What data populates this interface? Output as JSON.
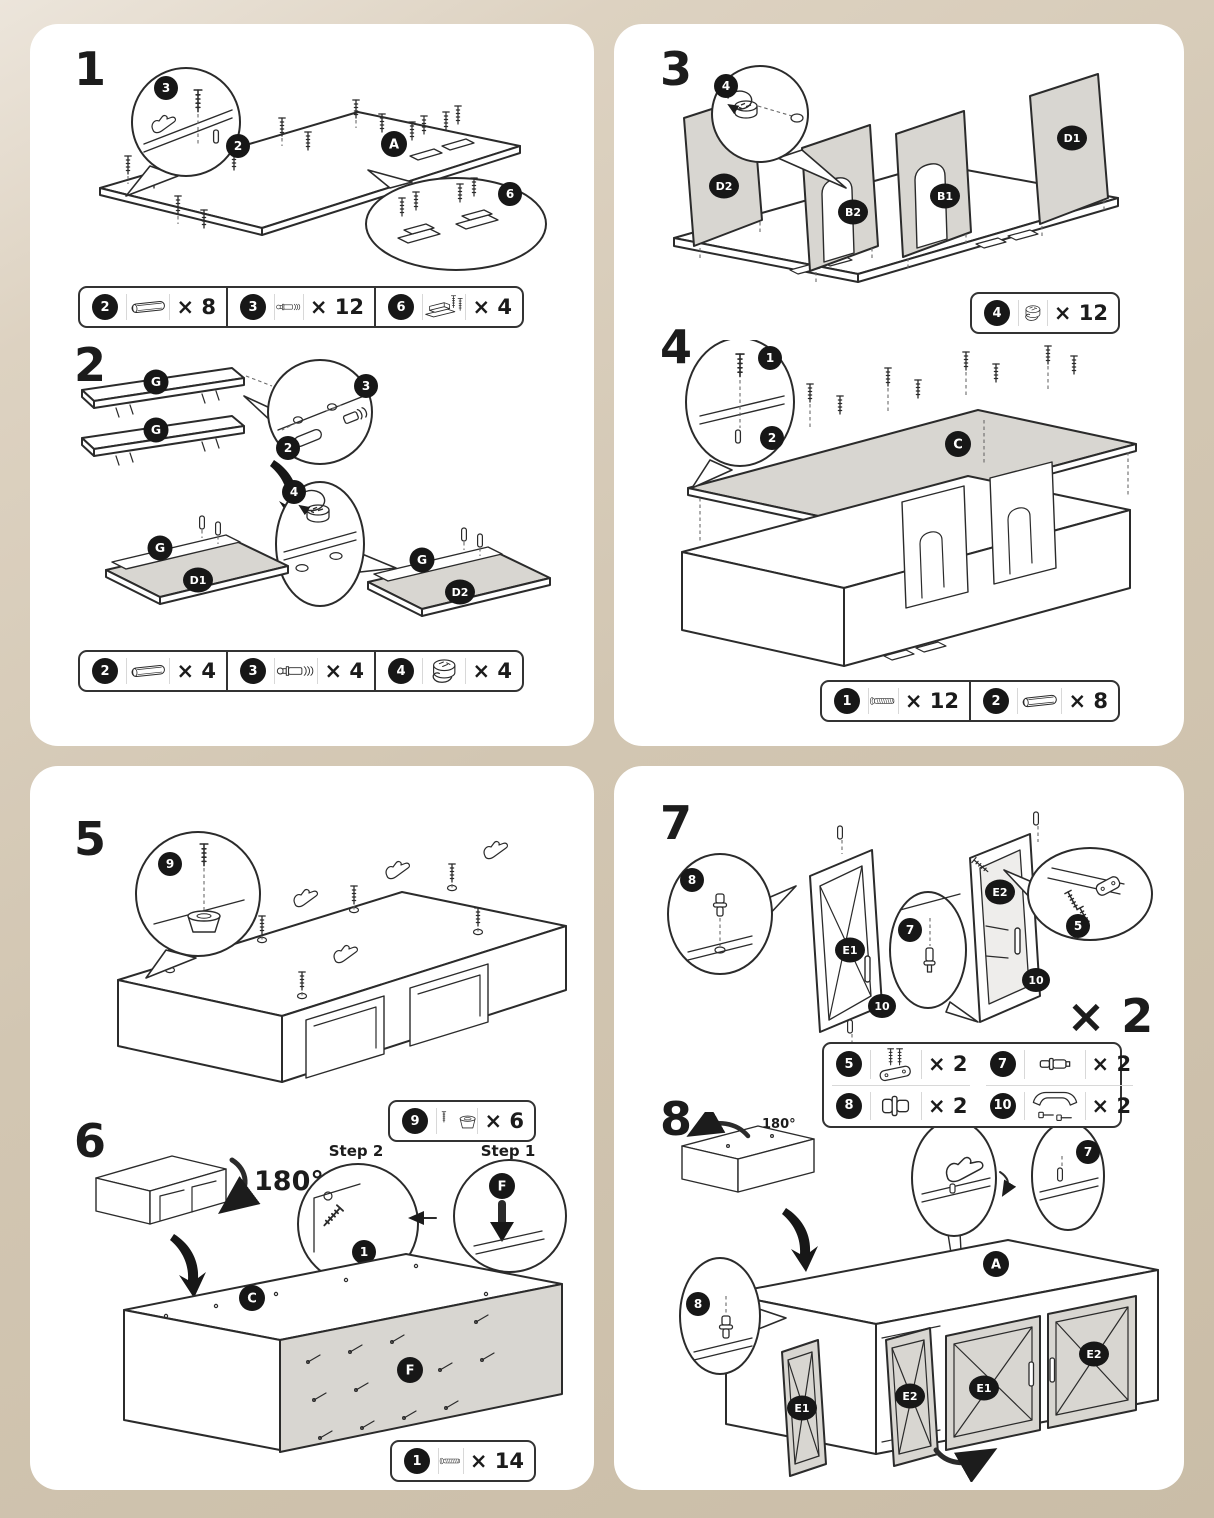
{
  "doc": {
    "kind": "furniture-assembly-instruction-sheet"
  },
  "colors": {
    "background": "#d2c6b2",
    "background_light": "#ece5db",
    "panel": "#ffffff",
    "ink": "#2b2b2b",
    "shade": "#d8d6d1",
    "badge": "#171717"
  },
  "labels": {
    "A": "A",
    "B1": "B1",
    "B2": "B2",
    "C": "C",
    "D1": "D1",
    "D2": "D2",
    "E1": "E1",
    "E2": "E2",
    "F": "F",
    "G": "G"
  },
  "hw_ids": {
    "h1": "1",
    "h2": "2",
    "h3": "3",
    "h4": "4",
    "h5": "5",
    "h6": "6",
    "h7": "7",
    "h8": "8",
    "h9": "9",
    "h10": "10"
  },
  "steps": {
    "s1": {
      "num": "1",
      "hw": [
        {
          "id": "2",
          "item": "wooden-dowel",
          "qty": "× 8"
        },
        {
          "id": "3",
          "item": "cam-bolt",
          "qty": "× 12"
        },
        {
          "id": "6",
          "item": "magnetic-catch",
          "qty": "× 4"
        }
      ]
    },
    "s2": {
      "num": "2",
      "hw": [
        {
          "id": "2",
          "item": "wooden-dowel",
          "qty": "× 4"
        },
        {
          "id": "3",
          "item": "cam-bolt",
          "qty": "× 4"
        },
        {
          "id": "4",
          "item": "cam-lock",
          "qty": "× 4"
        }
      ]
    },
    "s3": {
      "num": "3",
      "hw": [
        {
          "id": "4",
          "item": "cam-lock",
          "qty": "× 12"
        }
      ]
    },
    "s4": {
      "num": "4",
      "hw": [
        {
          "id": "1",
          "item": "bolt-screw",
          "qty": "× 12"
        },
        {
          "id": "2",
          "item": "wooden-dowel",
          "qty": "× 8"
        }
      ]
    },
    "s5": {
      "num": "5",
      "hw": [
        {
          "id": "9",
          "item": "screw-and-foot",
          "qty": "× 6"
        }
      ]
    },
    "s6": {
      "num": "6",
      "rotate_label": "180°",
      "substep1": "Step 1",
      "substep2": "Step 2",
      "hw": [
        {
          "id": "1",
          "item": "bolt-screw",
          "qty": "× 14"
        }
      ]
    },
    "s7": {
      "num": "7",
      "multiplier": "× 2",
      "hw": [
        {
          "id": "5",
          "item": "catch-plate-screws",
          "qty": "× 2"
        },
        {
          "id": "7",
          "item": "hinge-pin",
          "qty": "× 2"
        },
        {
          "id": "8",
          "item": "hinge-bushing",
          "qty": "× 2"
        },
        {
          "id": "10",
          "item": "door-handle-screws",
          "qty": "× 2"
        }
      ]
    },
    "s8": {
      "num": "8",
      "rotate_label": "180°"
    }
  }
}
